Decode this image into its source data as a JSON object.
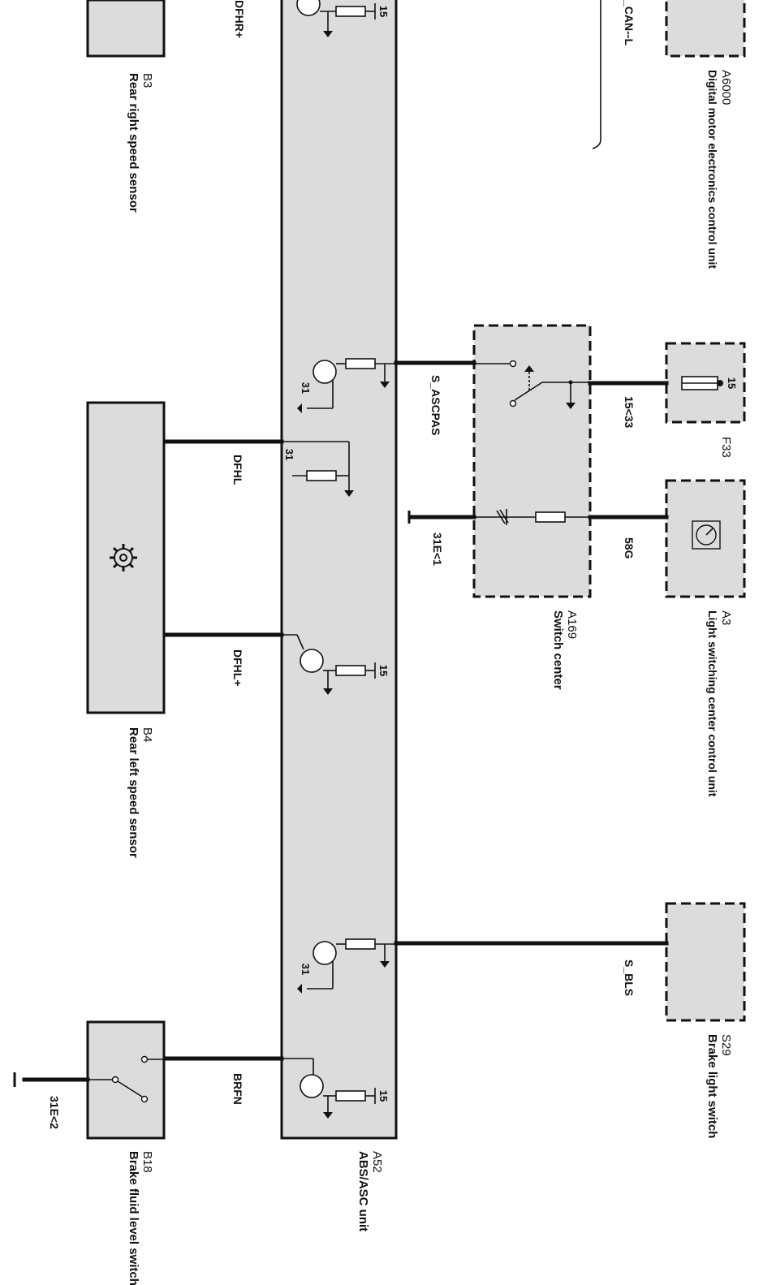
{
  "components": {
    "b3": {
      "id": "B3",
      "name": "Rear right speed sensor"
    },
    "b4": {
      "id": "B4",
      "name": "Rear left speed sensor"
    },
    "b18": {
      "id": "B18",
      "name": "Brake fluid level switch"
    },
    "a52": {
      "id": "A52",
      "name": "ABS/ASC unit"
    },
    "a169": {
      "id": "A169",
      "name": "Switch center"
    },
    "a6000": {
      "id": "A6000",
      "name": "Digital motor electronics control unit"
    },
    "f33": {
      "id": "F33"
    },
    "a3": {
      "id": "A3",
      "name": "Light switching center control unit"
    },
    "s29": {
      "id": "S29",
      "name": "Brake light switch"
    }
  },
  "signals": {
    "dfhr_plus": "DFHR+",
    "can_l": "_CAN--L",
    "s_ascpas": "S_ASCPAS",
    "v15_33": "15<33",
    "dfhl": "DFHL",
    "ground_31e1": "31E<1",
    "v58g": "58G",
    "dfhl_plus": "DFHL+",
    "s_bls": "S_BLS",
    "brfn": "BRFN",
    "ground_31e2": "31E<2"
  },
  "pins": {
    "p15": "15",
    "p31": "31"
  }
}
